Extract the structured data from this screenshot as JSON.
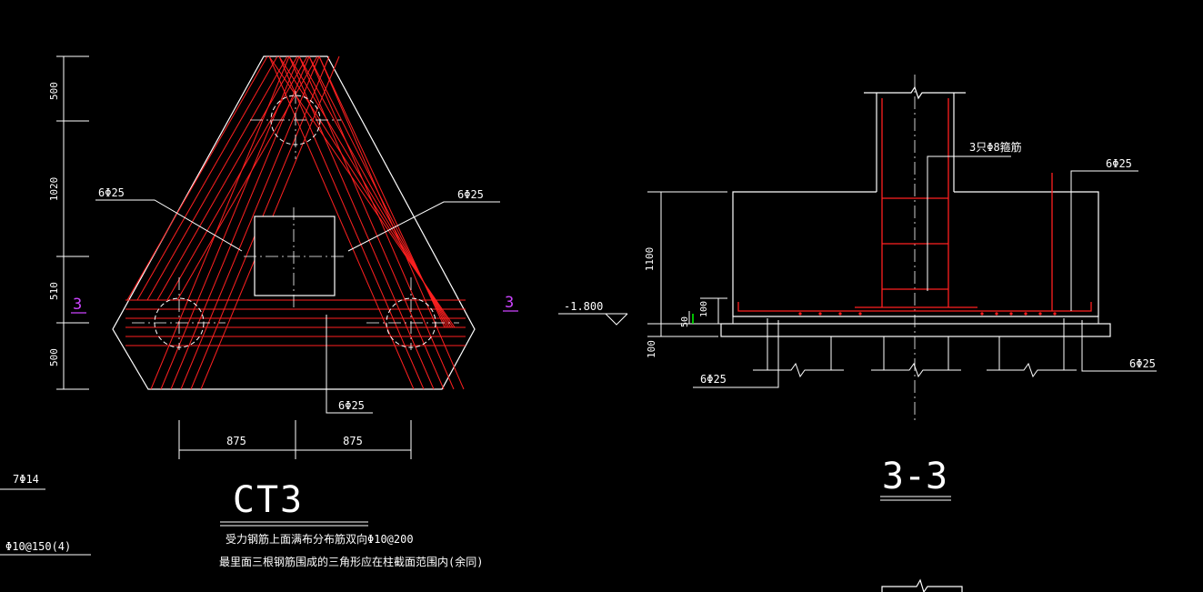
{
  "colors": {
    "background": "#000000",
    "line": "#ffffff",
    "rebar": "#ff2020",
    "section_mark": "#cc44ff",
    "accent": "#00ff00"
  },
  "plan": {
    "title": "CT3",
    "rebar_label": "6Φ25",
    "section_mark": "3",
    "dim_vertical": [
      "500",
      "1020",
      "510",
      "500"
    ],
    "dim_horizontal": [
      "875",
      "875"
    ],
    "notes": [
      "受力钢筋上面满布分布筋双向Φ10@200",
      "最里面三根钢筋围成的三角形应在柱截面范围内(余同)"
    ]
  },
  "section": {
    "title": "3-3",
    "stirrup_label": "3只Φ8箍筋",
    "rebar_label": "6Φ25",
    "elevation": "-1.800",
    "dims": [
      "1100",
      "100",
      "50",
      "100"
    ]
  },
  "fragments": {
    "left_rebar": "7Φ14",
    "left_stirrup": "Φ10@150(4)"
  }
}
